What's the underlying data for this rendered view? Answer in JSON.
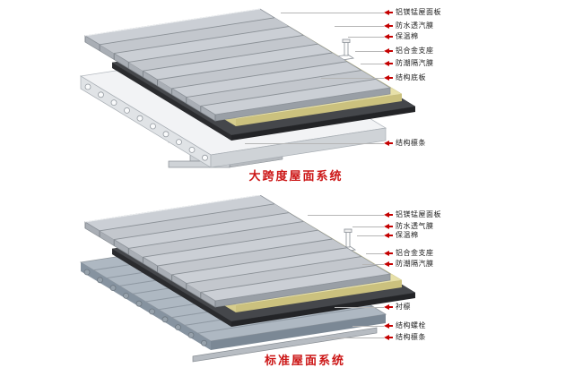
{
  "diagram_top": {
    "title": "大跨度屋面系统",
    "labels": [
      "铝镁锰屋面板",
      "防水透汽膜",
      "保温棉",
      "铝合金支座",
      "防潮隔汽膜",
      "结构底板",
      "结构檩条"
    ]
  },
  "diagram_bottom": {
    "title": "标准屋面系统",
    "labels": [
      "铝镁锰屋面板",
      "防水透气膜",
      "保温棉",
      "铝合金支座",
      "防潮隔汽膜",
      "衬檩",
      "结构螺栓",
      "结构檩条"
    ]
  },
  "colors": {
    "accent_red": "#c40000",
    "title_red": "#cc1616",
    "roof_panel": "#cbcfd5",
    "insulation": "#e7e0a8",
    "vapor_barrier": "#45474b",
    "deck": "#f2f3f5",
    "corrugated": "#aeb8c2"
  }
}
